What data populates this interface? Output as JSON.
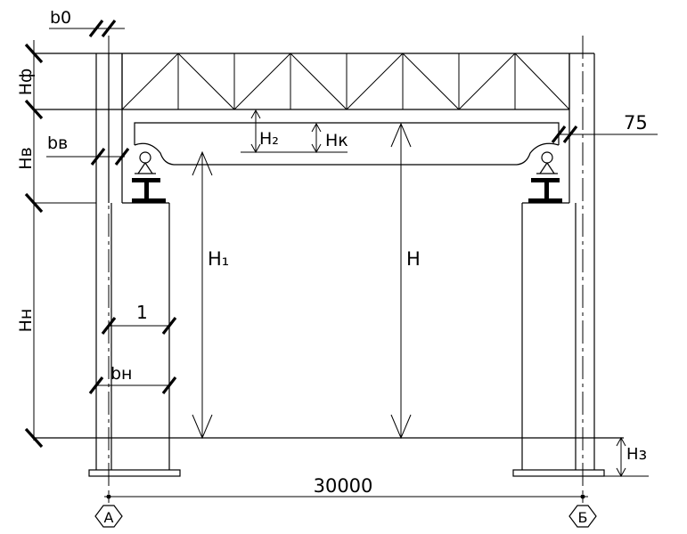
{
  "labels": {
    "b0": "b0",
    "h_f": "Hф",
    "h_v": "Hв",
    "b_v": "bв",
    "h_2": "H₂",
    "h_k": "Hк",
    "dim_75": "75",
    "h_1": "H₁",
    "h_total": "H",
    "h_n": "Hн",
    "dim_1": "1",
    "b_n": "bн",
    "h_z": "Hз",
    "span": "30000",
    "axis_a": "А",
    "axis_b": "Б"
  }
}
